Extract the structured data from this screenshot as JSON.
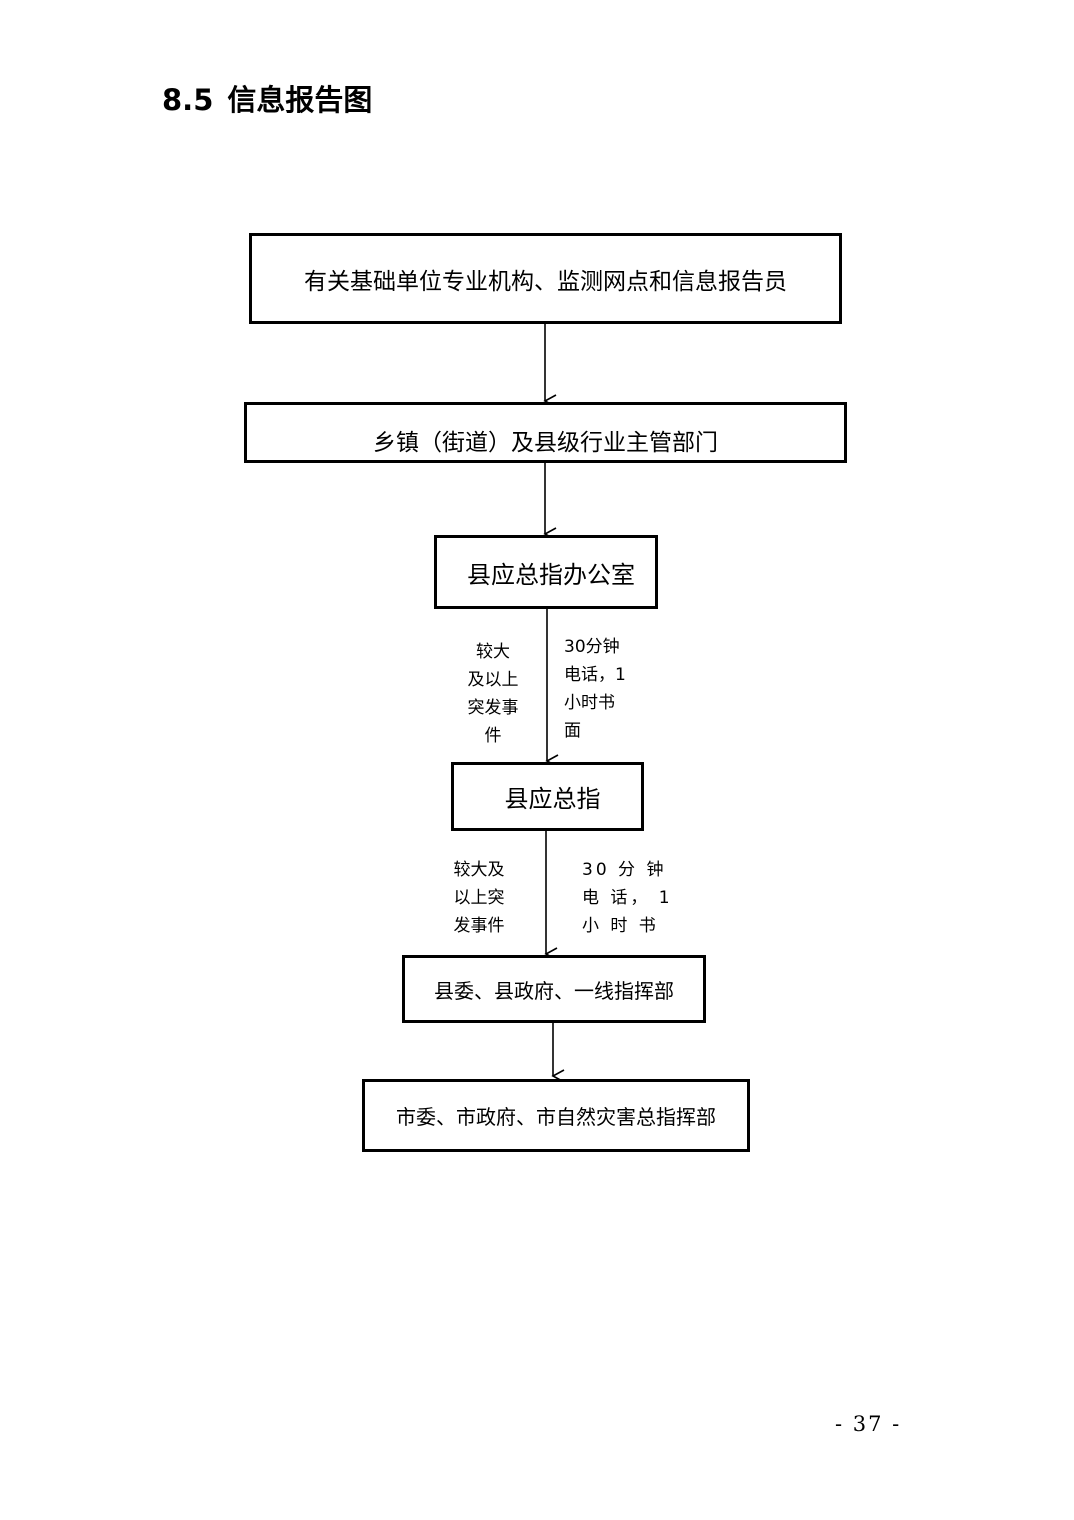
{
  "title": {
    "number": "8.5",
    "text": "信息报告图"
  },
  "nodes": [
    "有关基础单位专业机构、监测网点和信息报告员",
    "乡镇（街道）及县级行业主管部门",
    "县应总指办公室",
    "县应总指",
    "县委、县政府、一线指挥部",
    "市委、市政府、市自然灾害总指挥部"
  ],
  "edge_labels": {
    "office_to_command": {
      "condition": [
        "较大",
        "及以上",
        "突发事",
        "件"
      ],
      "timing": [
        "30分钟",
        "电话，1",
        "小时书",
        "面"
      ]
    },
    "command_to_county": {
      "condition": [
        "较大及",
        "以上突",
        "发事件"
      ],
      "timing": [
        "30 分 钟",
        "电 话， 1",
        "小 时 书"
      ]
    }
  },
  "page_number": "- 37 -"
}
